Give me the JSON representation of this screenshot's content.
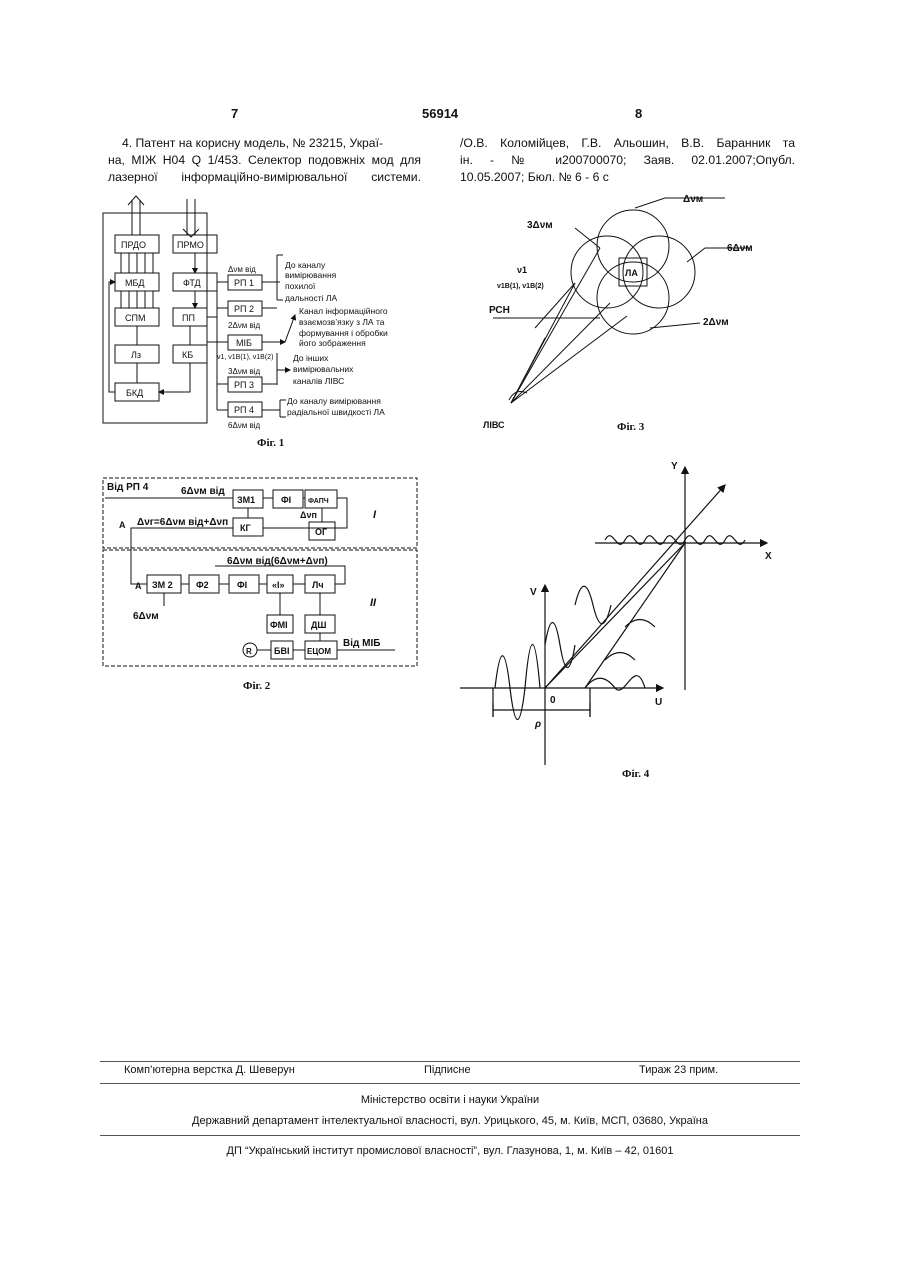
{
  "header": {
    "left_page": "7",
    "patent_number": "56914",
    "right_page": "8"
  },
  "reference_left": {
    "line1": "4. Патент на корисну модель, № 23215, Украї-",
    "line2": "на, МІЖ H04 Q 1/453. Селектор подовжніх мод для",
    "line3": "лазерної інформаційно-вимірювальної системи."
  },
  "reference_right": {
    "line1": "/О.В. Коломійцев, Г.В. Альошин, В.В. Баранник та",
    "line2": "ін. - № и200700070; Заяв. 02.01.2007;Опубл.",
    "line3": "10.05.2007; Бюл. № 6 - 6 с"
  },
  "fig1": {
    "caption": "Фіг. 1",
    "blocks": {
      "prdo": "ПРДО",
      "prmo": "ПРМО",
      "mbd": "МБД",
      "ftd": "ФТД",
      "spm": "СПМ",
      "pp": "ПП",
      "lz": "Лз",
      "kb": "КБ",
      "bkd": "БКД",
      "rp1": "РП 1",
      "rp2": "РП 2",
      "mib": "МІБ",
      "rp3": "РП 3",
      "rp4": "РП 4"
    },
    "labels": {
      "dnu": "Δνм від",
      "two_dnu": "2Δνм від",
      "three_dnu": "3Δνм від",
      "six_dnu": "6Δνм від",
      "nu_list": "ν1, ν1В(1), ν1В(2)"
    },
    "notes": {
      "n1_l1": "До каналу",
      "n1_l2": "вимірювання",
      "n1_l3": "похилої",
      "n1_l4": "дальності ЛА",
      "n2_l1": "Канал інформаційного",
      "n2_l2": "взаємозв’язку з ЛА та",
      "n2_l3": "формування і обробки",
      "n2_l4": "його зображення",
      "n3_l1": "До інших",
      "n3_l2": "вимірювальних",
      "n3_l3": "каналів ЛІВС",
      "n4_l1": "До каналу вимірювання",
      "n4_l2": "радіальної швидкості ЛА"
    }
  },
  "fig2": {
    "caption": "Фіг. 2",
    "section_one": "I",
    "section_two": "II",
    "labels": {
      "from_rp4": "Від РП 4",
      "six_dnu_top": "6Δνм від",
      "dnu_g": "Δνг=6Δνм від+Δνп",
      "dnu_p": "Δνп",
      "middle": "6Δνм від(6Δνм+Δνп)",
      "six_dnu_low": "6Δνм",
      "from_mib": "Від МІБ",
      "a1": "А",
      "a2": "А"
    },
    "blocks": {
      "zm1": "ЗМ1",
      "f1_top": "ФІ",
      "fapch": "ФАПЧ",
      "kg": "КГ",
      "og": "ОГ",
      "zm2": "ЗМ 2",
      "f2": "Ф2",
      "f1_low": "ФІ",
      "i": "«І»",
      "lch": "Лч",
      "fmi": "ФМІ",
      "dsh": "ДШ",
      "r": "R",
      "bvi": "БВІ",
      "etsom": "ЕЦОМ"
    }
  },
  "fig3": {
    "caption": "Фіг. 3",
    "labels": {
      "dnu": "Δνм",
      "three_dnu": "3Δνм",
      "six_dnu": "6Δνм",
      "two_dnu": "2Δνм",
      "la": "ЛА",
      "nu1": "ν1",
      "nu_b": "ν1В(1), ν1В(2)",
      "rsn": "РСН",
      "livs": "ЛІВС"
    }
  },
  "fig4": {
    "caption": "Фіг. 4",
    "labels": {
      "y": "Y",
      "x": "X",
      "v": "V",
      "u": "U",
      "zero": "0",
      "rho": "ρ"
    }
  },
  "footer": {
    "layout": "Комп’ютерна верстка Д. Шеверун",
    "signed": "Підписне",
    "circulation": "Тираж 23 прим.",
    "ministry": "Міністерство освіти і науки України",
    "department": "Державний департамент інтелектуальної власності, вул. Урицького, 45, м. Київ, МСП, 03680, Україна",
    "institute": "ДП “Український інститут промислової власності”, вул. Глазунова, 1, м. Київ – 42, 01601"
  }
}
